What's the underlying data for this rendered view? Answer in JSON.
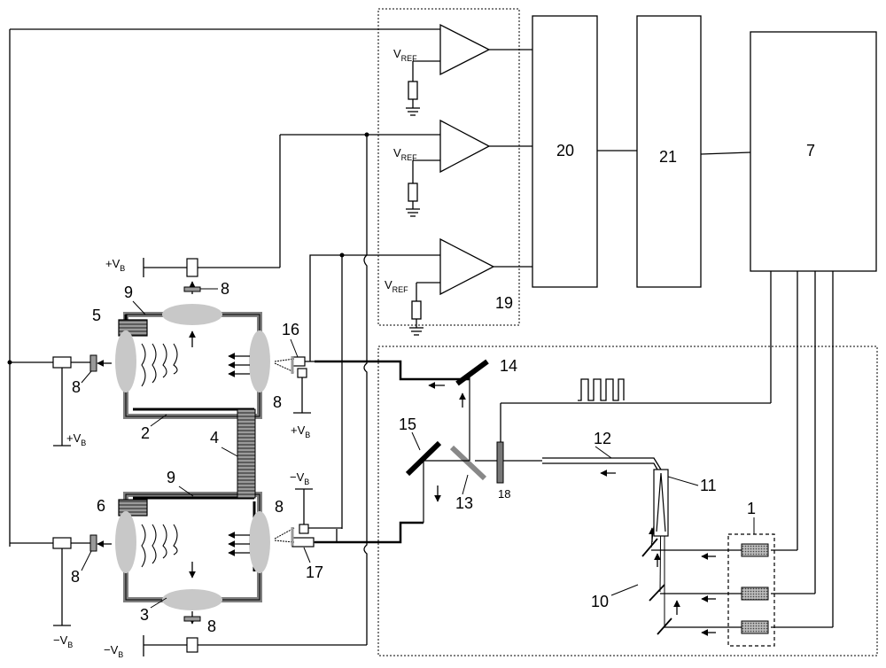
{
  "blocks": {
    "b20": "20",
    "b21": "21",
    "b7": "7",
    "b19": "19"
  },
  "numbers": {
    "n1": "1",
    "n2": "2",
    "n3": "3",
    "n4": "4",
    "n5": "5",
    "n6": "6",
    "n8": "8",
    "n9": "9",
    "n10": "10",
    "n11": "11",
    "n12": "12",
    "n13": "13",
    "n14": "14",
    "n15": "15",
    "n16": "16",
    "n17": "17",
    "n18": "18"
  },
  "supply": {
    "vref_main": "V",
    "vref_sub": "REF",
    "vb_main": "V",
    "vb_sub": "B",
    "plus": "+",
    "minus": "−"
  },
  "colors": {
    "line": "#000000",
    "lens": "#c8c8c8",
    "cavity": "#808080",
    "stack": "#4a4a4a"
  }
}
